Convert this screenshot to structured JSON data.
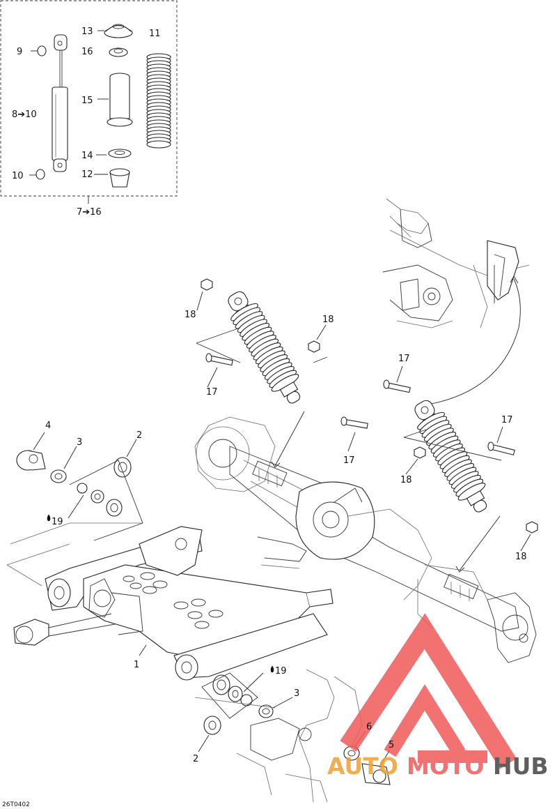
{
  "diagram_ref": "26T0402",
  "inset": {
    "label": "7➔16"
  },
  "callouts": [
    {
      "id": "c13",
      "text": "13"
    },
    {
      "id": "c11",
      "text": "11"
    },
    {
      "id": "c9",
      "text": "9"
    },
    {
      "id": "c16",
      "text": "16"
    },
    {
      "id": "c15",
      "text": "15"
    },
    {
      "id": "c8",
      "text": "8➔10"
    },
    {
      "id": "c14",
      "text": "14"
    },
    {
      "id": "c12",
      "text": "12"
    },
    {
      "id": "c10",
      "text": "10"
    },
    {
      "id": "c18a",
      "text": "18"
    },
    {
      "id": "c18b",
      "text": "18"
    },
    {
      "id": "c17a",
      "text": "17"
    },
    {
      "id": "c17b",
      "text": "17"
    },
    {
      "id": "c17c",
      "text": "17"
    },
    {
      "id": "c17d",
      "text": "17"
    },
    {
      "id": "c18c",
      "text": "18"
    },
    {
      "id": "c18d",
      "text": "18"
    },
    {
      "id": "c4",
      "text": "4"
    },
    {
      "id": "c3a",
      "text": "3"
    },
    {
      "id": "c2a",
      "text": "2"
    },
    {
      "id": "c19a",
      "text": "19"
    },
    {
      "id": "c1",
      "text": "1"
    },
    {
      "id": "c19b",
      "text": "19"
    },
    {
      "id": "c3b",
      "text": "3"
    },
    {
      "id": "c6",
      "text": "6"
    },
    {
      "id": "c5",
      "text": "5"
    },
    {
      "id": "c2b",
      "text": "2"
    }
  ],
  "watermark": {
    "part1": "AUTO",
    "part2": "MOTO",
    "part3": "HUB",
    "color_primary": "#f05a5a",
    "color_dark": "#444444",
    "color_accent": "#f0a030"
  }
}
